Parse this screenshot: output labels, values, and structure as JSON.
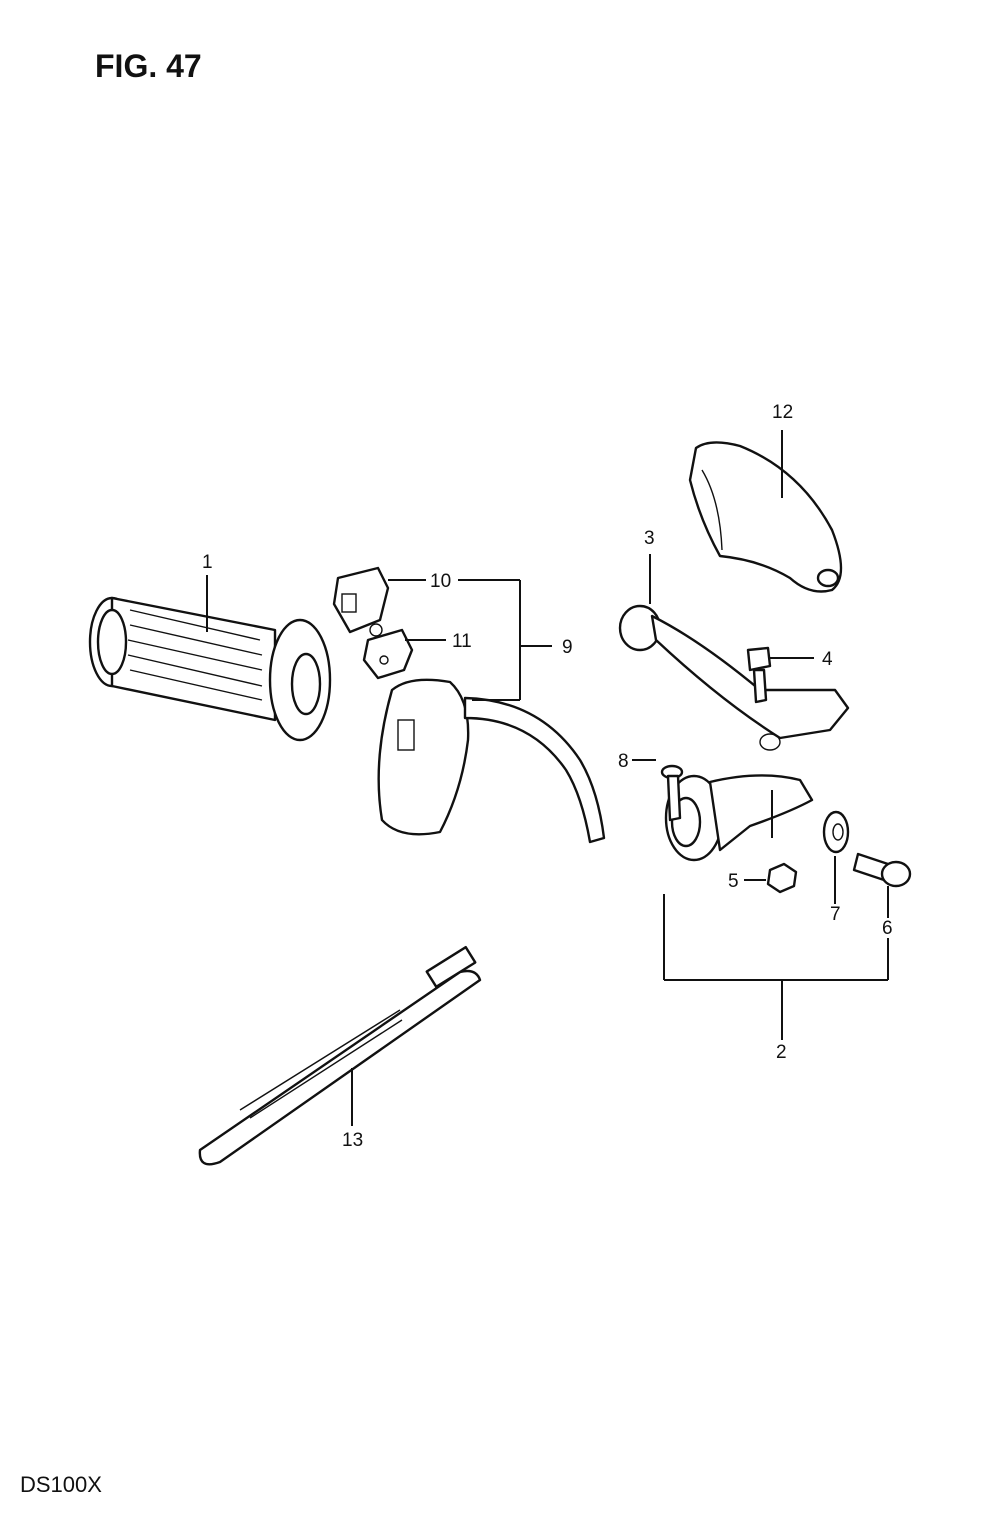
{
  "figure": {
    "title": "FIG. 47",
    "model_code": "DS100X"
  },
  "callouts": {
    "c1": "1",
    "c2": "2",
    "c3": "3",
    "c4": "4",
    "c5": "5",
    "c6": "6",
    "c7": "7",
    "c8": "8",
    "c9": "9",
    "c10": "10",
    "c11": "11",
    "c12": "12",
    "c13": "13"
  }
}
